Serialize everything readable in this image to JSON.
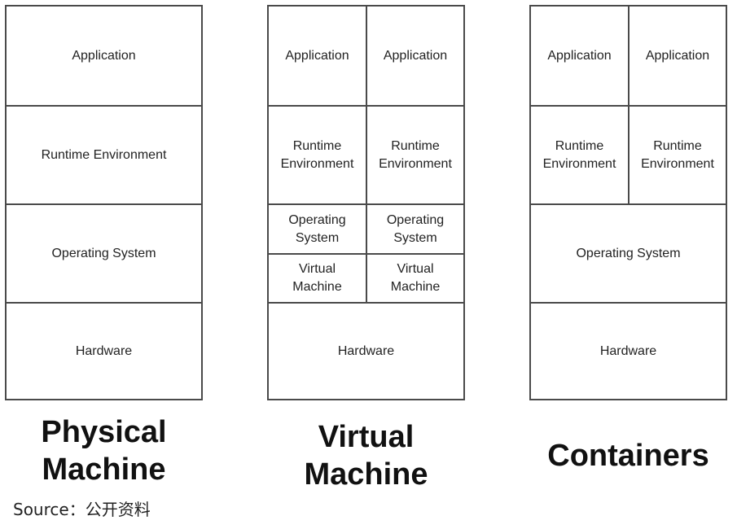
{
  "stacks": {
    "physical": {
      "caption_line1": "Physical",
      "caption_line2": "Machine",
      "application": "Application",
      "runtime": "Runtime Environment",
      "os": "Operating System",
      "hardware": "Hardware"
    },
    "virtual": {
      "caption_line1": "Virtual",
      "caption_line2": "Machine",
      "application_left": "Application",
      "application_right": "Application",
      "runtime_left_1": "Runtime",
      "runtime_left_2": "Environment",
      "runtime_right_1": "Runtime",
      "runtime_right_2": "Environment",
      "os_left_1": "Operating",
      "os_left_2": "System",
      "os_right_1": "Operating",
      "os_right_2": "System",
      "vm_left_1": "Virtual",
      "vm_left_2": "Machine",
      "vm_right_1": "Virtual",
      "vm_right_2": "Machine",
      "hardware": "Hardware"
    },
    "containers": {
      "caption": "Containers",
      "application_left": "Application",
      "application_right": "Application",
      "runtime_left_1": "Runtime",
      "runtime_left_2": "Environment",
      "runtime_right_1": "Runtime",
      "runtime_right_2": "Environment",
      "os": "Operating System",
      "hardware": "Hardware"
    }
  },
  "source": "Source：公开资料"
}
